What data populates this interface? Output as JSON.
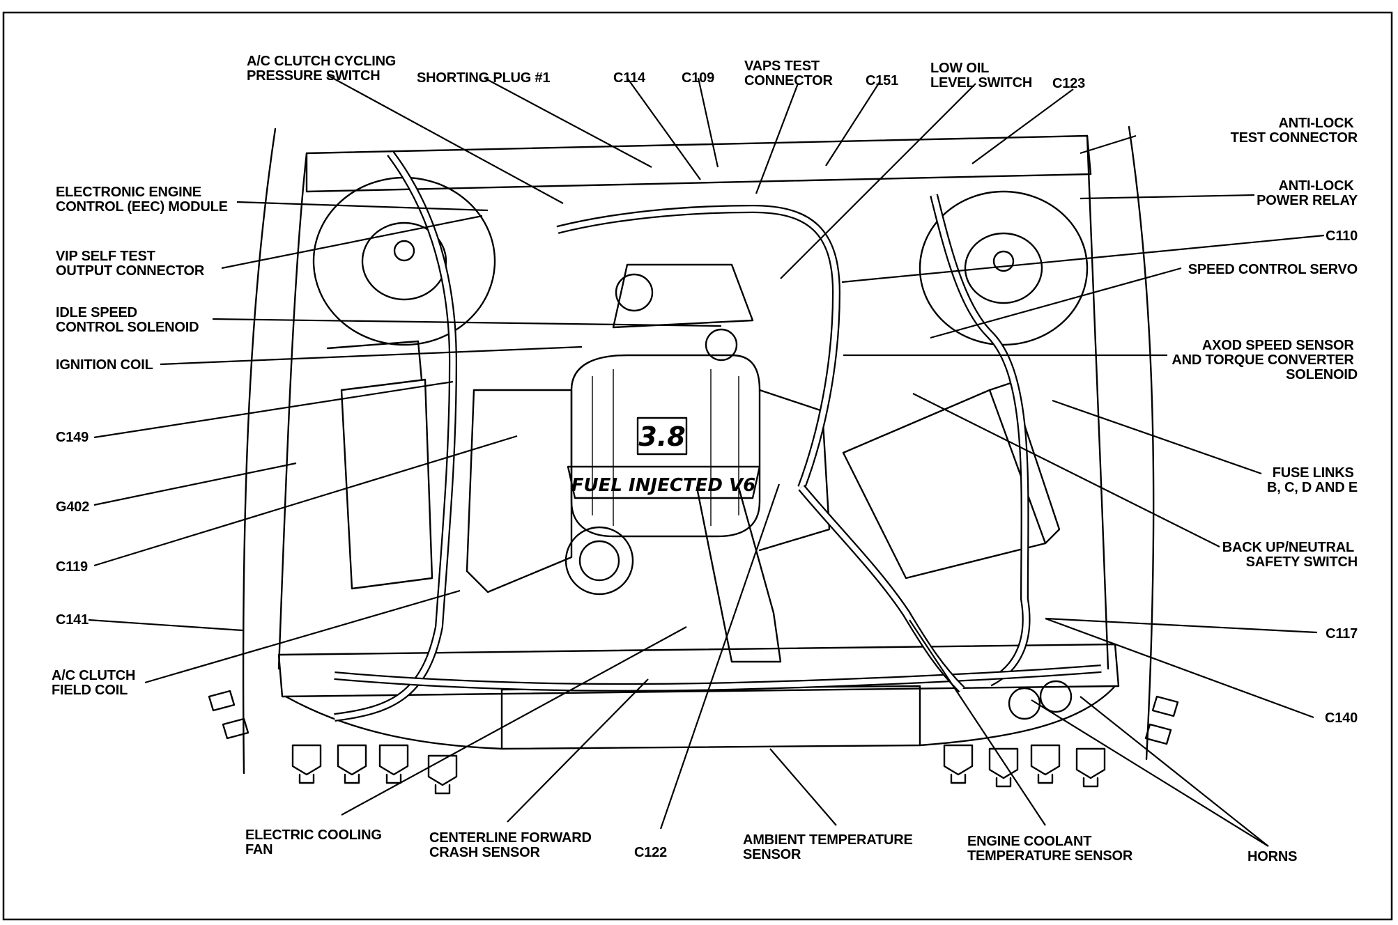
{
  "labels": {
    "ac_clutch_cycling": [
      "A/C CLUTCH CYCLING",
      "PRESSURE SWITCH"
    ],
    "shorting_plug": [
      "SHORTING PLUG #1"
    ],
    "c114": [
      "C114"
    ],
    "c109": [
      "C109"
    ],
    "vaps_test": [
      "VAPS TEST",
      "CONNECTOR"
    ],
    "c151": [
      "C151"
    ],
    "low_oil": [
      "LOW OIL",
      "LEVEL SWITCH"
    ],
    "c123": [
      "C123"
    ],
    "anti_lock_test": [
      "ANTI-LOCK",
      "TEST CONNECTOR"
    ],
    "anti_lock_relay": [
      "ANTI-LOCK",
      "POWER RELAY"
    ],
    "eec_module": [
      "ELECTRONIC ENGINE",
      "CONTROL (EEC) MODULE"
    ],
    "vip_self_test": [
      "VIP SELF TEST",
      "OUTPUT CONNECTOR"
    ],
    "c110": [
      "C110"
    ],
    "speed_control_servo": [
      "SPEED CONTROL SERVO"
    ],
    "idle_speed": [
      "IDLE SPEED",
      "CONTROL SOLENOID"
    ],
    "ignition_coil": [
      "IGNITION COIL"
    ],
    "axod": [
      "AXOD SPEED SENSOR",
      "AND TORQUE CONVERTER",
      "SOLENOID"
    ],
    "c149": [
      "C149"
    ],
    "g402": [
      "G402"
    ],
    "fuse_links": [
      "FUSE LINKS",
      "B, C, D AND E"
    ],
    "c119": [
      "C119"
    ],
    "backup_neutral": [
      "BACK UP/NEUTRAL",
      "SAFETY SWITCH"
    ],
    "c141": [
      "C141"
    ],
    "c117": [
      "C117"
    ],
    "ac_clutch_field": [
      "A/C CLUTCH",
      "FIELD COIL"
    ],
    "c140": [
      "C140"
    ],
    "cooling_fan": [
      "ELECTRIC COOLING",
      "FAN"
    ],
    "crash_sensor": [
      "CENTERLINE FORWARD",
      "CRASH SENSOR"
    ],
    "c122": [
      "C122"
    ],
    "ambient_temp": [
      "AMBIENT TEMPERATURE",
      "SENSOR"
    ],
    "coolant_temp": [
      "ENGINE COOLANT",
      "TEMPERATURE SENSOR"
    ],
    "horns": [
      "HORNS"
    ]
  },
  "engine_badge": {
    "displacement": "3.8",
    "nameplate": "FUEL INJECTED V6"
  }
}
